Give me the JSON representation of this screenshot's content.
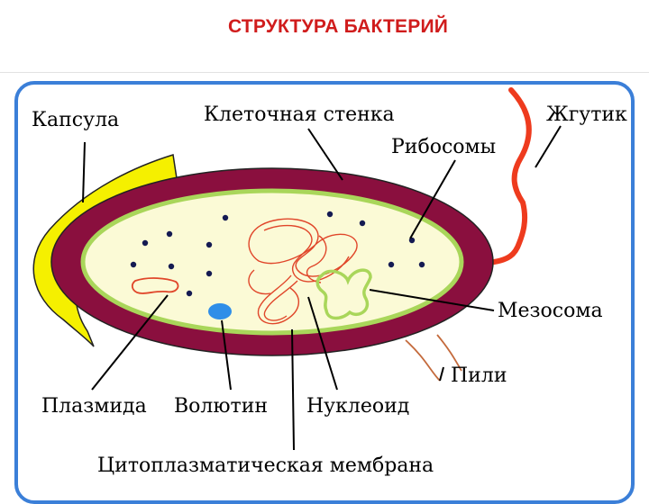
{
  "title": "СТРУКТУРА БАКТЕРИЙ",
  "labels": {
    "capsule": "Капсула",
    "cell_wall": "Клеточная стенка",
    "ribosomes": "Рибосомы",
    "flagellum": "Жгутик",
    "mesosome": "Мезосома",
    "pili": "Пили",
    "plasmid": "Плазмида",
    "volutin": "Волютин",
    "nucleoid": "Нуклеоид",
    "membrane": "Цитоплазматическая мембрана"
  },
  "colors": {
    "title": "#d01c1c",
    "frame": "#3b7fd8",
    "capsule": "#f5f000",
    "cell_wall": "#8a0f3e",
    "cytoplasm": "#fbfad6",
    "membrane": "#a9d65a",
    "flagellum": "#ee3b1e",
    "nucleoid": "#e0462a",
    "volutin": "#2f8ee8",
    "mesosome": "#a9d65a",
    "ribosome": "#141a52"
  }
}
